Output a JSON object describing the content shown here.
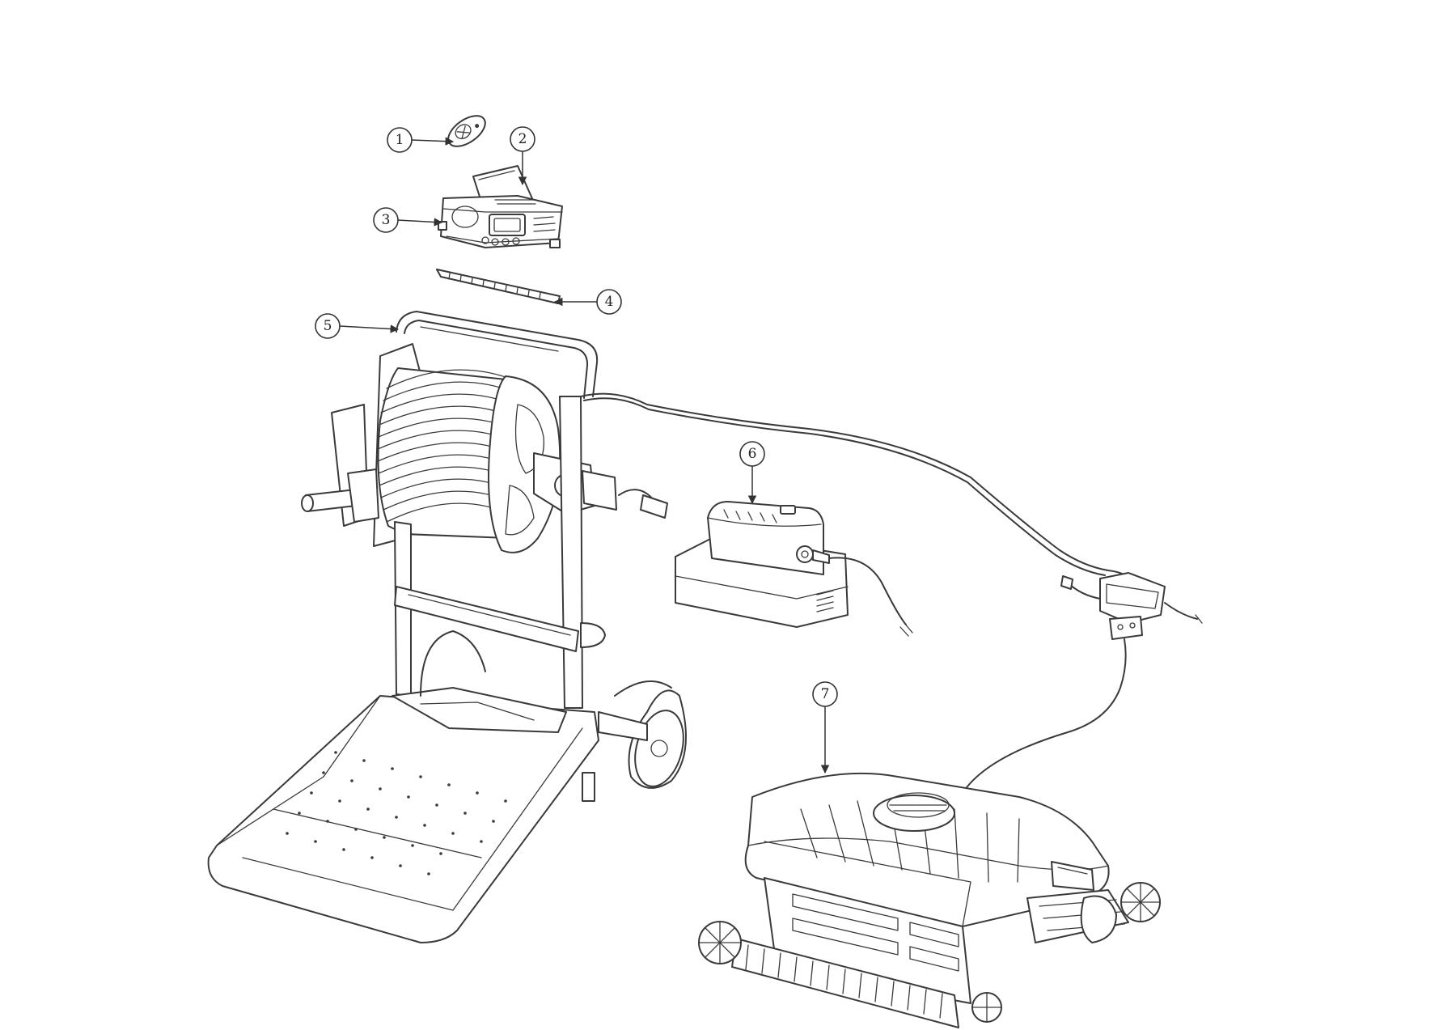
{
  "callouts": [
    {
      "label": "1",
      "part": "remote"
    },
    {
      "label": "2",
      "part": "control-lid"
    },
    {
      "label": "3",
      "part": "control-unit"
    },
    {
      "label": "4",
      "part": "mounting-bracket"
    },
    {
      "label": "5",
      "part": "caddy-reel"
    },
    {
      "label": "6",
      "part": "power-supply"
    },
    {
      "label": "7",
      "part": "robot-cleaner"
    }
  ],
  "colors": {
    "line": "#3a3a3a",
    "background": "#ffffff"
  }
}
